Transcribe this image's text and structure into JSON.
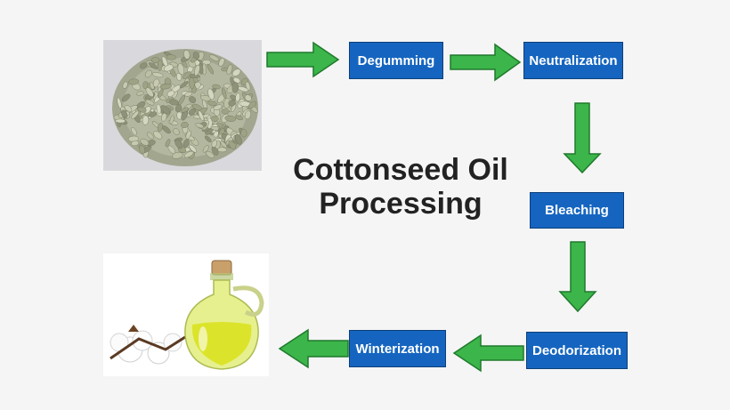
{
  "title": {
    "line1": "Cottonseed Oil",
    "line2": "Processing"
  },
  "steps": [
    {
      "label": "Degumming"
    },
    {
      "label": "Neutralization"
    },
    {
      "label": "Bleaching"
    },
    {
      "label": "Deodorization"
    },
    {
      "label": "Winterization"
    }
  ],
  "colors": {
    "step_box": "#1565c0",
    "arrow": "#3cb54a",
    "arrow_outline": "#1f7a2c",
    "title": "#222222",
    "background": "#f5f5f5"
  },
  "images": {
    "input": "cottonseed-pile-photo",
    "output": "oil-jar-with-cotton-photo"
  }
}
